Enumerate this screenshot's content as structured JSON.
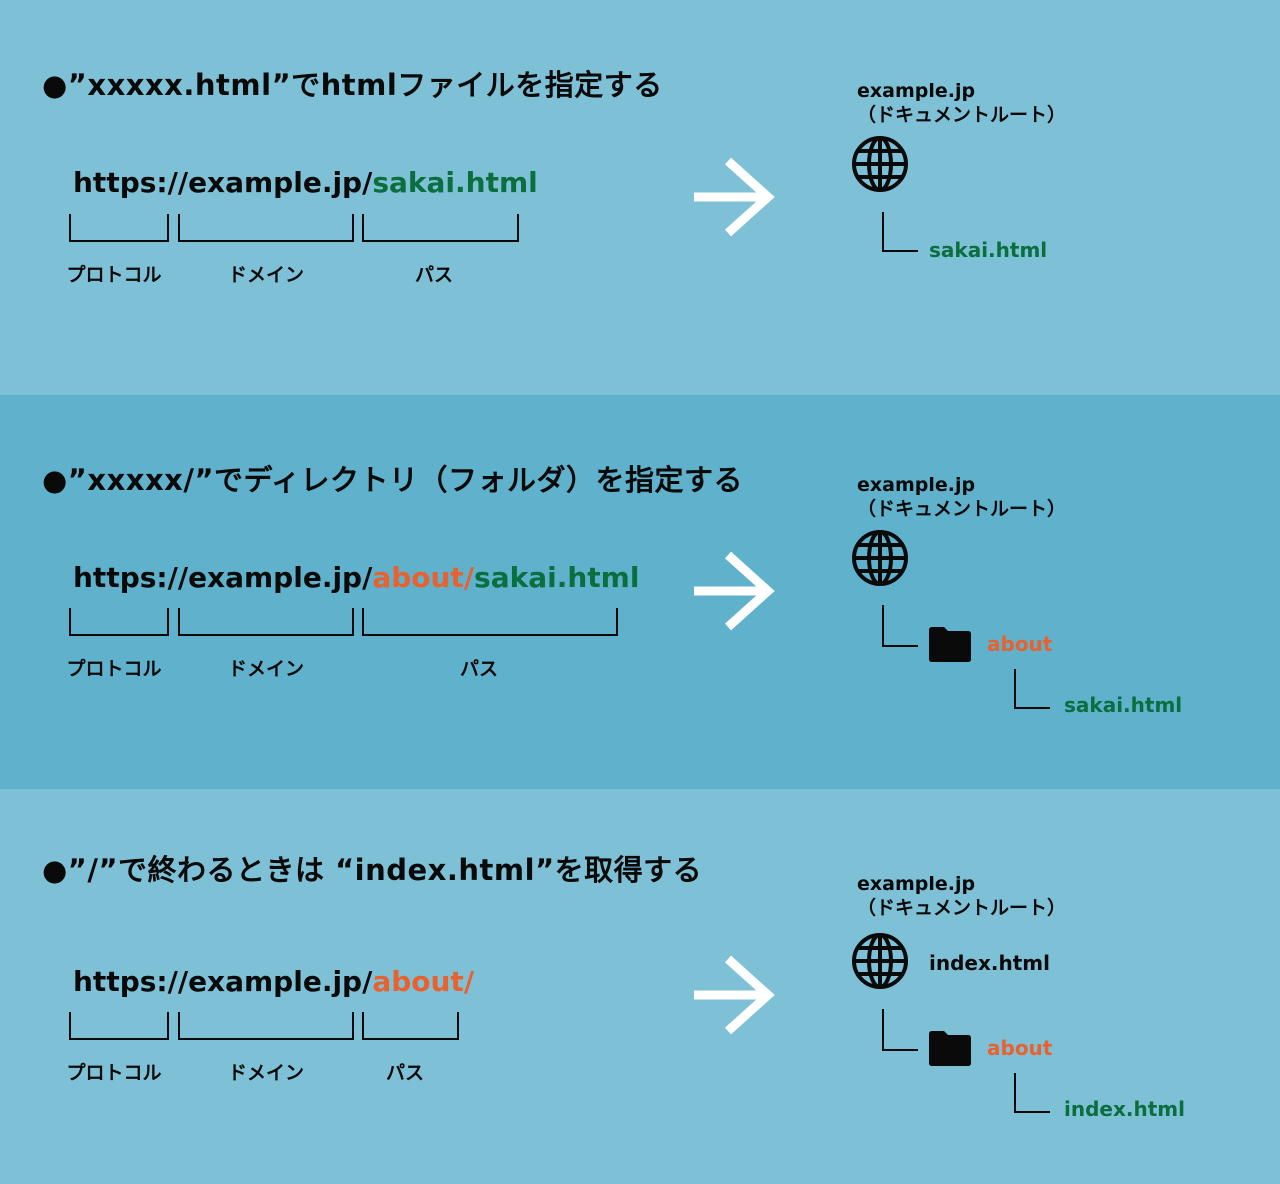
{
  "sections": [
    {
      "heading": "●”xxxxx.html”でhtmlファイルを指定する",
      "url": {
        "base": "https://example.jp/",
        "folder": "",
        "file": "sakai.html"
      },
      "labels": {
        "protocol": "プロトコル",
        "domain": "ドメイン",
        "path": "パス"
      },
      "tree": {
        "root_name": "example.jp",
        "root_note": "（ドキュメントルート）",
        "file": "sakai.html"
      }
    },
    {
      "heading": "●”xxxxx/”でディレクトリ（フォルダ）を指定する",
      "url": {
        "base": "https://example.jp/",
        "folder": "about/",
        "file": "sakai.html"
      },
      "labels": {
        "protocol": "プロトコル",
        "domain": "ドメイン",
        "path": "パス"
      },
      "tree": {
        "root_name": "example.jp",
        "root_note": "（ドキュメントルート）",
        "folder": "about",
        "file": "sakai.html"
      }
    },
    {
      "heading": "●”/”で終わるときは “index.html”を取得する",
      "url": {
        "base": "https://example.jp/",
        "folder": "about/",
        "file": ""
      },
      "labels": {
        "protocol": "プロトコル",
        "domain": "ドメイン",
        "path": "パス"
      },
      "tree": {
        "root_name": "example.jp",
        "root_note": "（ドキュメントルート）",
        "root_file": "index.html",
        "folder": "about",
        "file": "index.html"
      }
    }
  ],
  "colors": {
    "band_light": "#7ec1d7",
    "band_dark": "#5fb1cc",
    "file_green": "#0a6e3f",
    "folder_orange": "#e8622f",
    "arrow": "#ffffff"
  },
  "icons": {
    "arrow": "right-arrow-icon",
    "globe": "globe-icon",
    "folder": "folder-icon"
  }
}
